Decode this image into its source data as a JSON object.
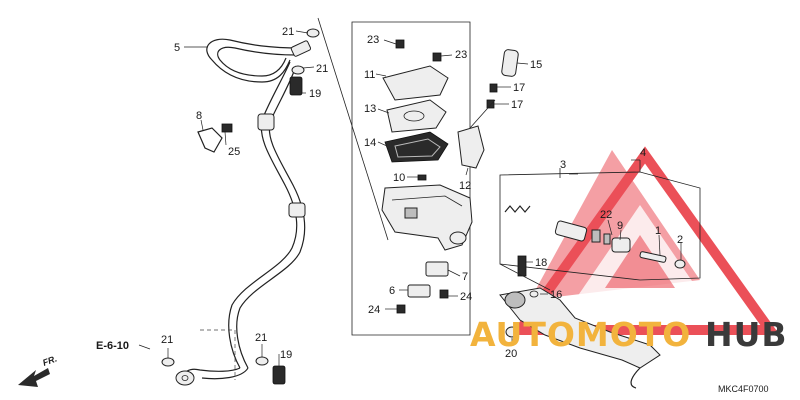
{
  "diagram": {
    "part_code": "MKC4F0700",
    "reference": "E-6-10",
    "front_label": "FR.",
    "callouts": {
      "c5": "5",
      "c21a": "21",
      "c21b": "21",
      "c19a": "19",
      "c8": "8",
      "c25": "25",
      "c23a": "23",
      "c23b": "23",
      "c11": "11",
      "c13": "13",
      "c14": "14",
      "c10": "10",
      "c15": "15",
      "c17a": "17",
      "c17b": "17",
      "c12": "12",
      "c3": "3",
      "c4": "4",
      "c22": "22",
      "c9": "9",
      "c1": "1",
      "c2": "2",
      "c18": "18",
      "c7": "7",
      "c6": "6",
      "c24a": "24",
      "c24b": "24",
      "c16": "16",
      "c20": "20",
      "c21c": "21",
      "c21d": "21",
      "c19b": "19"
    }
  },
  "watermark": {
    "brand_left": "AUTOMOTO",
    "brand_right": "HUB",
    "colors": {
      "triangle": "#e8323c",
      "auto": "#f2b33d",
      "hub": "#3a3a3a"
    }
  }
}
